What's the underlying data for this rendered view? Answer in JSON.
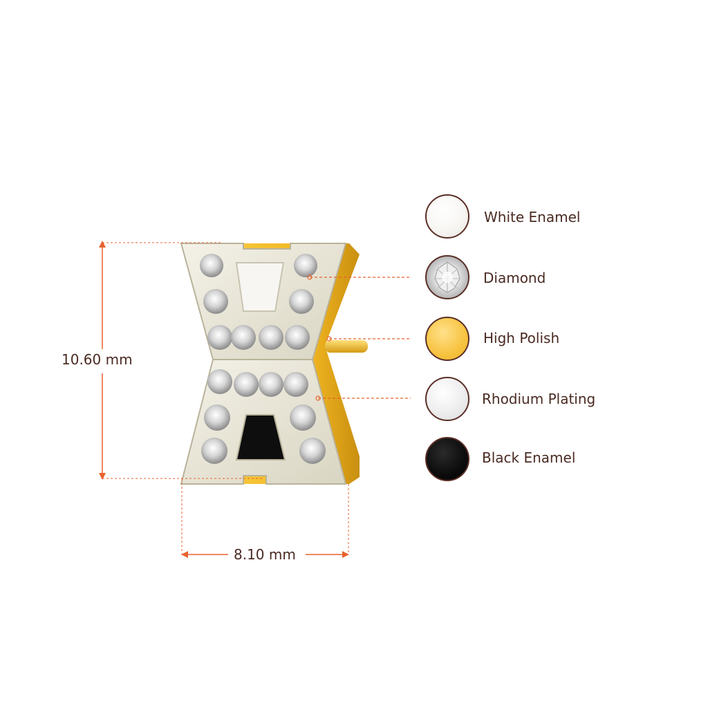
{
  "dimensions": {
    "height_label": "10.60 mm",
    "width_label": "8.10 mm"
  },
  "legend": [
    {
      "label": "White Enamel",
      "color": "#f7f6f3",
      "icon": "white-enamel-swatch"
    },
    {
      "label": "Diamond",
      "color": "#d8d8d8",
      "icon": "diamond-swatch"
    },
    {
      "label": "High Polish",
      "color": "#f7c340",
      "icon": "high-polish-swatch"
    },
    {
      "label": "Rhodium Plating",
      "color": "#ececec",
      "icon": "rhodium-plating-swatch"
    },
    {
      "label": "Black Enamel",
      "color": "#0c0c0c",
      "icon": "black-enamel-swatch"
    }
  ],
  "colors": {
    "dimension_line": "#e8622c",
    "text": "#4a2a22",
    "gold": "#f0b521",
    "rhodium": "#e7e4d6"
  }
}
